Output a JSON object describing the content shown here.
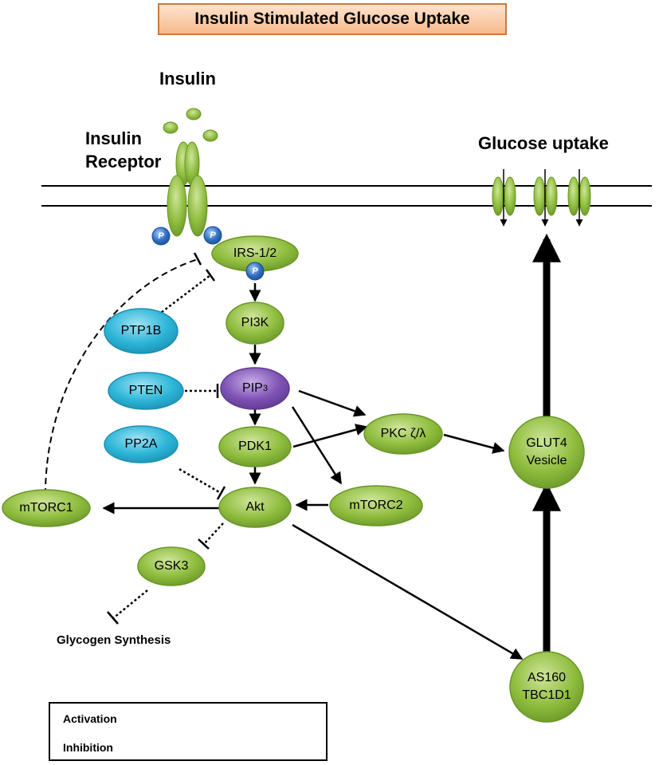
{
  "title": "Insulin Stimulated Glucose Uptake",
  "labels": {
    "insulin": "Insulin",
    "receptor_line1": "Insulin",
    "receptor_line2": "Receptor",
    "glucose_uptake": "Glucose uptake",
    "glycogen": "Glycogen Synthesis"
  },
  "nodes": {
    "irs": "IRS-1/2",
    "pi3k": "PI3K",
    "ptp1b": "PTP1B",
    "pten": "PTEN",
    "pip3": "PIP",
    "pip3_sub": "3",
    "pp2a": "PP2A",
    "pdk1": "PDK1",
    "pkc": "PKC ζ/λ",
    "glut4_line1": "GLUT4",
    "glut4_line2": "Vesicle",
    "mtorc1": "mTORC1",
    "akt": "Akt",
    "mtorc2": "mTORC2",
    "gsk3": "GSK3",
    "as160_line1": "AS160",
    "as160_line2": "TBC1D1"
  },
  "phospho_label": "P",
  "legend": {
    "activation": "Activation",
    "inhibition": "Inhibition"
  },
  "colors": {
    "green_node": "#8fbd3e",
    "blue_node": "#2cb5d8",
    "purple_node": "#7e52b4",
    "phospho": "#2f6fc4",
    "title_fill": "#f8b98a"
  }
}
